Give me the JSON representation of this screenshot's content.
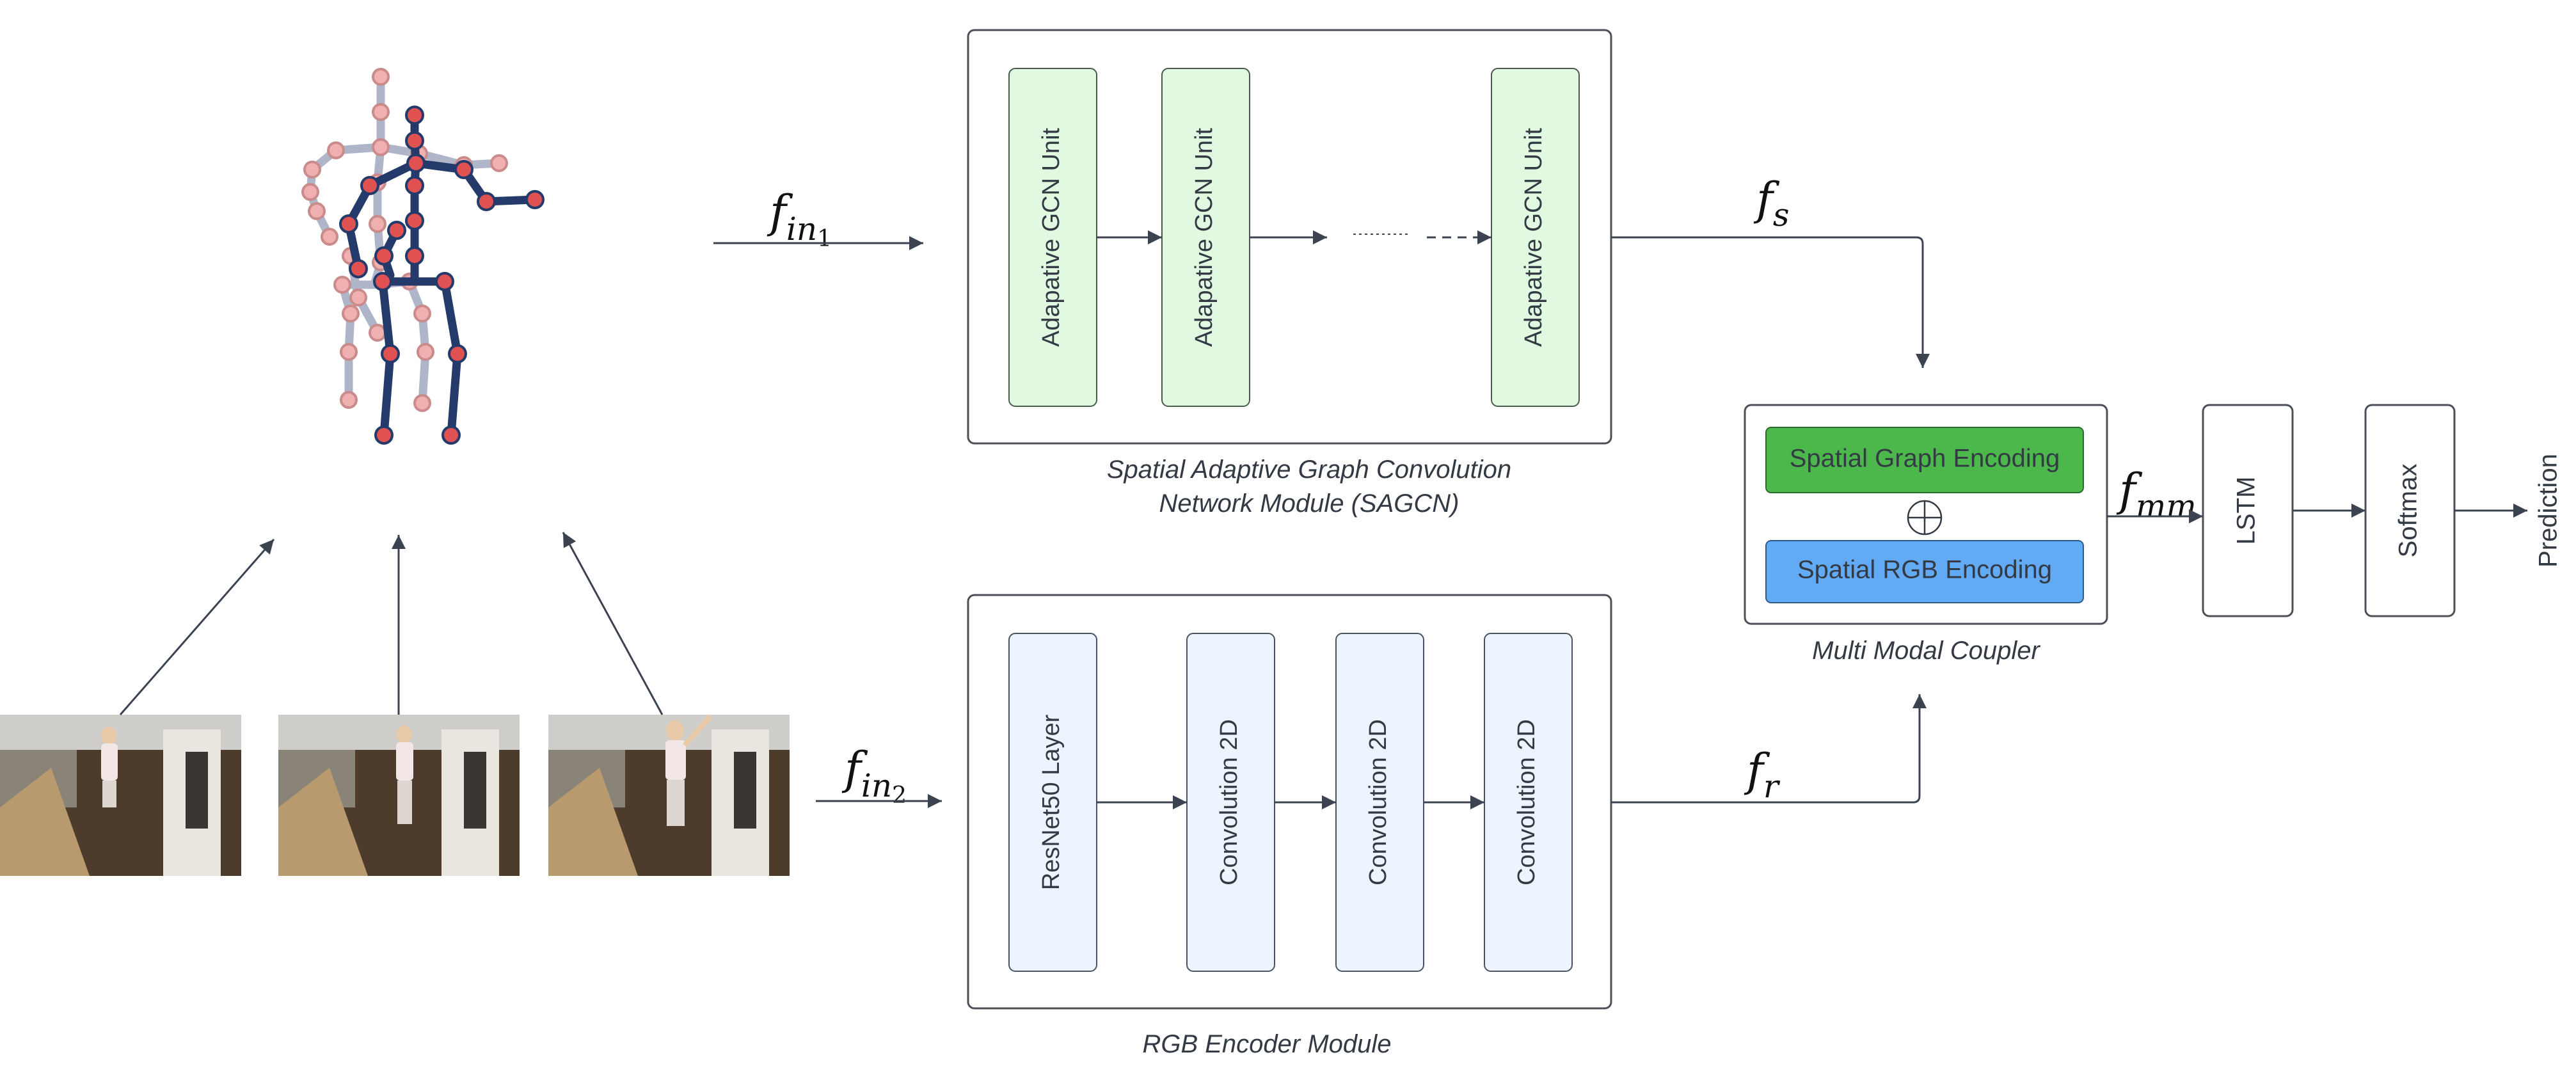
{
  "sagcn": {
    "units": [
      "Adapative GCN Unit",
      "Adapative GCN Unit",
      "Adapative GCN Unit"
    ],
    "caption_line1": "Spatial Adaptive Graph Convolution",
    "caption_line2": "Network Module (SAGCN)"
  },
  "rgb_encoder": {
    "layers": [
      "ResNet50 Layer",
      "Convolution 2D",
      "Convolution 2D",
      "Convolution 2D"
    ],
    "caption": "RGB Encoder Module"
  },
  "coupler": {
    "graph_encoding": "Spatial Graph Encoding",
    "operator": "⊕",
    "rgb_encoding": "Spatial RGB Encoding",
    "caption": "Multi Modal Coupler"
  },
  "lstm": "LSTM",
  "softmax": "Softmax",
  "prediction": "Prediction",
  "features": {
    "f_in1": {
      "base": "f",
      "sub": "in",
      "subsub": "1"
    },
    "f_in2": {
      "base": "f",
      "sub": "in",
      "subsub": "2"
    },
    "f_s": {
      "base": "f",
      "sub": "s"
    },
    "f_r": {
      "base": "f",
      "sub": "r"
    },
    "f_mm": {
      "base": "f",
      "sub": "mm"
    }
  },
  "colors": {
    "gcn_fill": "#e2f9e1",
    "rgb_layer_fill": "#edf4fd",
    "graph_encoding_fill": "#4cb84c",
    "rgb_encoding_fill": "#63aaf4",
    "skeleton_dark": "#243a6b",
    "skeleton_light": "#9aa3bd",
    "joint": "#e05252"
  }
}
